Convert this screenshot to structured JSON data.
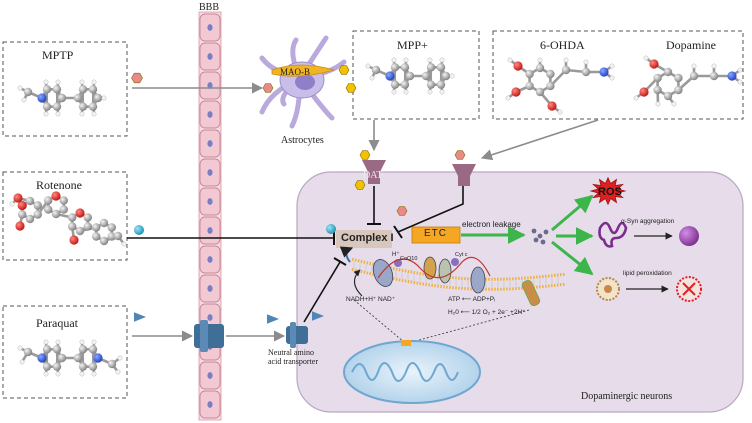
{
  "labels": {
    "bbb": "BBB",
    "mptp": "MPTP",
    "mao_b": "MAO-B",
    "astrocytes": "Astrocytes",
    "mpp_plus": "MPP+",
    "ohda": "6-OHDA",
    "dopamine": "Dopamine",
    "rotenone": "Rotenone",
    "paraquat": "Paraquat",
    "dat": "DAT",
    "complex_i": "Complex I",
    "etc": "ETC",
    "electron_leakage": "electron leakage",
    "ros": "ROS",
    "syn_aggregation": "α-Syn aggregation",
    "lipid_peroxidation": "lipid peroxidation",
    "coq10": "CoQ10",
    "cyt_c": "Cyt c",
    "h_plus": "H⁺",
    "nadh": "NADH+H⁺",
    "nad": "NAD⁺",
    "atp": "ATP ⟵ ADP+Pᵢ",
    "water": "H₂0 ⟵ 1/2 O₂ + 2e⁻ +2H⁺",
    "transporter_line1": "Neutral amino",
    "transporter_line2": "acid transporter",
    "neurons": "Dopaminergic neurons"
  },
  "colors": {
    "neuron_fill": "#e6dcea",
    "bbb_cell": "#f2c9d2",
    "bbb_nucleus": "#7a7fc4",
    "arrow_gray": "#8c8c8c",
    "inhibit": "#111111",
    "arrow_green": "#3cb54a",
    "complex_i_box": "#d8c7bd",
    "etc_box": "#f5a623",
    "ros": "#e02020",
    "syn": "#7b2e8e",
    "dat": "#9a6a84",
    "transporter": "#3f6f97",
    "hexagon_pink": "#e98a8a",
    "hexagon_yellow": "#f2c200",
    "triangle_blue": "#4f86b5",
    "teal_ball": "#29a9c9"
  }
}
